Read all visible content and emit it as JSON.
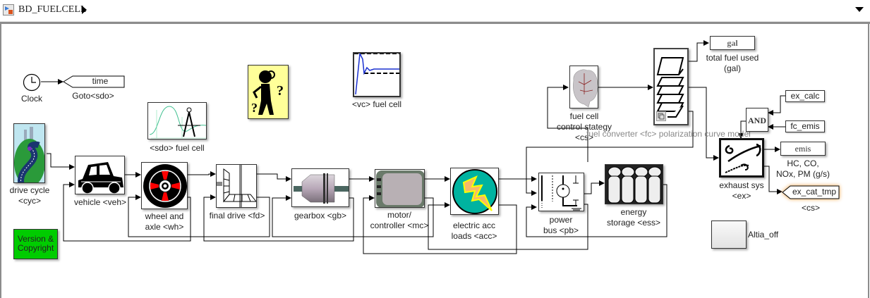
{
  "window": {
    "model_name": "BD_FUELCELL",
    "icons": {
      "model": "simulink-model-icon",
      "breadcrumb_arrow": "chevron-right-icon",
      "dropdown": "chevron-down-icon"
    }
  },
  "blocks": {
    "clock": {
      "label": "Clock"
    },
    "goto_time": {
      "tag": "time",
      "label": "Goto<sdo>"
    },
    "drive_cycle": {
      "label_line1": "drive cycle",
      "label_line2": "<cyc>"
    },
    "vehicle": {
      "label": "vehicle <veh>"
    },
    "wheel_axle": {
      "label_line1": "wheel and",
      "label_line2": "axle <wh>"
    },
    "final_drive": {
      "label": "final drive <fd>"
    },
    "gearbox": {
      "label": "gearbox <gb>"
    },
    "motor_controller": {
      "label_line1": "motor/",
      "label_line2": "controller <mc>"
    },
    "electric_acc": {
      "label_line1": "electric acc",
      "label_line2": "loads <acc>"
    },
    "power_bus": {
      "label_line1": "power",
      "label_line2": "bus <pb>"
    },
    "energy_storage": {
      "label_line1": "energy",
      "label_line2": "storage <ess>"
    },
    "sdo_fuel_cell": {
      "label": "<sdo> fuel cell"
    },
    "help_block": {
      "label": ""
    },
    "vc_fuel_cell": {
      "label": "<vc> fuel cell"
    },
    "control_strategy": {
      "label_line1": "fuel cell",
      "label_line2": "control stategy",
      "label_line3": "<cs>"
    },
    "fuel_converter": {
      "label": "fuel converter <fc> polarization curve model"
    },
    "total_fuel": {
      "display": "gal",
      "label_line1": "total fuel used",
      "label_line2": "(gal)"
    },
    "from_ex_calc": {
      "tag": "ex_calc"
    },
    "from_fc_emis": {
      "tag": "fc_emis"
    },
    "and_block": {
      "text": "AND"
    },
    "exhaust_sys": {
      "label_line1": "exhaust sys",
      "label_line2": "<ex>"
    },
    "emis_display": {
      "display": "emis",
      "label_line1": "HC, CO,",
      "label_line2": "NOx, PM (g/s)"
    },
    "goto_ex_cat_tmp": {
      "tag": "ex_cat_tmp",
      "label": "<cs>"
    },
    "version_copyright": {
      "line1": "Version &",
      "line2": "Copyright"
    },
    "altia_off": {
      "label": "Altia_off"
    }
  },
  "colors": {
    "version_block": "#00cc00",
    "help_block": "#ffff99",
    "highlight_glow": "#f0a040",
    "acc_fill": "#00b3a0",
    "wheel_red": "#ff0000"
  }
}
